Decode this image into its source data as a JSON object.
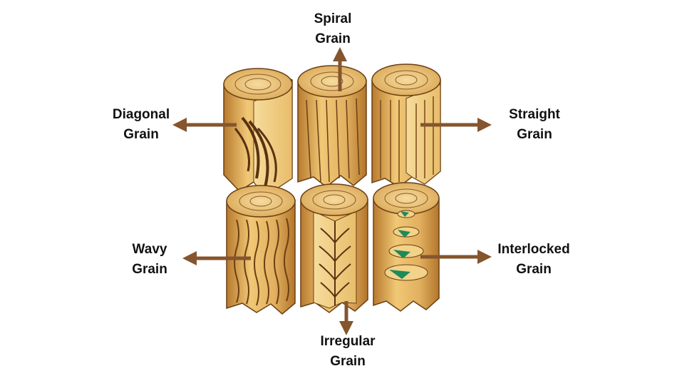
{
  "diagram": {
    "labels": {
      "spiral": {
        "line1": "Spiral",
        "line2": "Grain"
      },
      "diagonal": {
        "line1": "Diagonal",
        "line2": "Grain"
      },
      "straight": {
        "line1": "Straight",
        "line2": "Grain"
      },
      "wavy": {
        "line1": "Wavy",
        "line2": "Grain"
      },
      "interlocked": {
        "line1": "Interlocked",
        "line2": "Grain"
      },
      "irregular": {
        "line1": "Irregular",
        "line2": "Grain"
      }
    },
    "colors": {
      "arrow": "#85552d",
      "wood_light": "#f3d289",
      "wood_mid": "#d9a552",
      "wood_dark": "#a86a22",
      "grain_line": "#5a3210",
      "accent_green": "#1f8a5a"
    }
  }
}
